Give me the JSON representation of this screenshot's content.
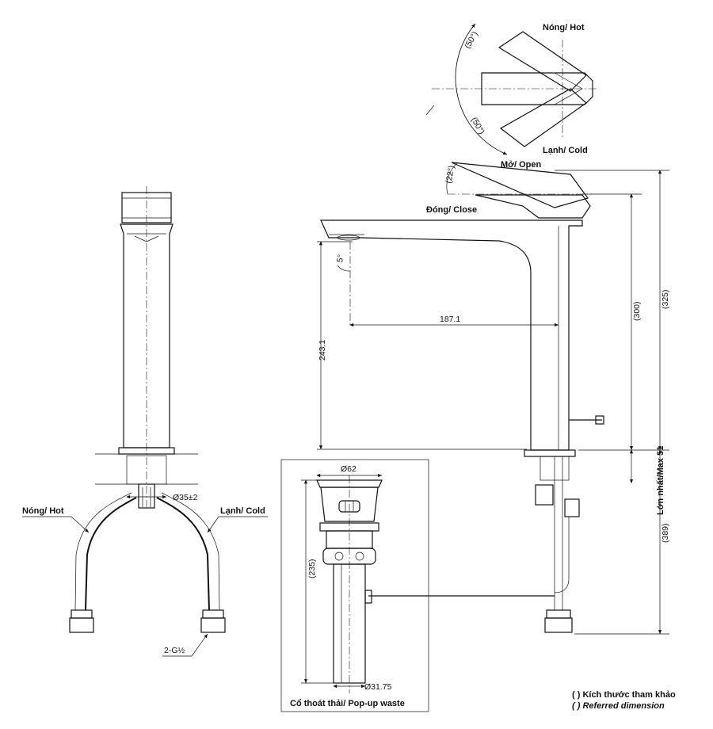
{
  "labels": {
    "hot_left": "Nóng/ Hot",
    "cold_left": "Lạnh/ Cold",
    "hot_top": "Nóng/ Hot",
    "cold_top": "Lạnh/ Cold",
    "open": "Mở/ Open",
    "close": "Đóng/ Close",
    "max": "Lớn nhất/Max 51",
    "popup": "Cổ thoát thải/ Pop-up waste",
    "legend_vi": "( ) Kích thước tham khảo",
    "legend_en": "( ) Referred dimension"
  },
  "dimensions": {
    "diameter_base": "Ø35±2",
    "thread": "2-G½",
    "reach": "187.1",
    "spout_height": "243.1",
    "body_height": "(300)",
    "total_height": "(325)",
    "below_height": "(389)",
    "waste_diameter": "Ø62",
    "waste_length": "(235)",
    "waste_pipe": "Ø31.75",
    "angle_hot": "(50°)",
    "angle_cold": "(50°)",
    "angle_open": "(22°)",
    "spout_angle": "5°"
  }
}
